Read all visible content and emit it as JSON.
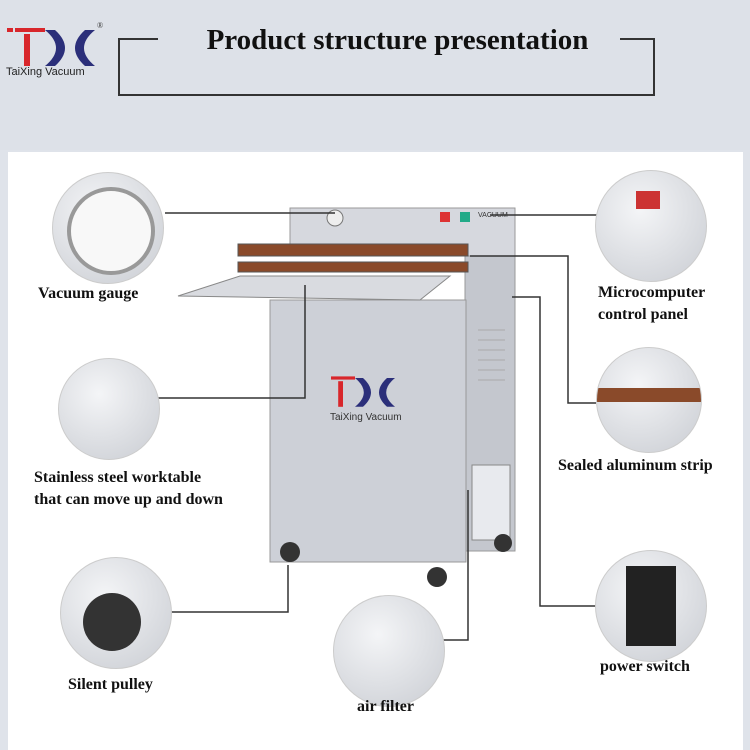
{
  "header": {
    "title": "Product structure presentation"
  },
  "logo": {
    "brand": "TaiXing Vacuum",
    "mark": "TX"
  },
  "callouts": {
    "vacuum_gauge": "Vacuum gauge",
    "worktable_line1": "Stainless steel worktable",
    "worktable_line2": "that can move up and down",
    "silent_pulley": "Silent pulley",
    "air_filter": "air filter",
    "control_line1": "Microcomputer",
    "control_line2": "control panel",
    "sealed_strip": "Sealed aluminum strip",
    "power_switch": "power switch"
  },
  "machine": {
    "panel_text": "VACUUM",
    "brand": "TaiXing Vacuum"
  },
  "colors": {
    "logo_red": "#d8262b",
    "logo_navy": "#2b2f7a",
    "machine_body": "#c9ccd3"
  }
}
